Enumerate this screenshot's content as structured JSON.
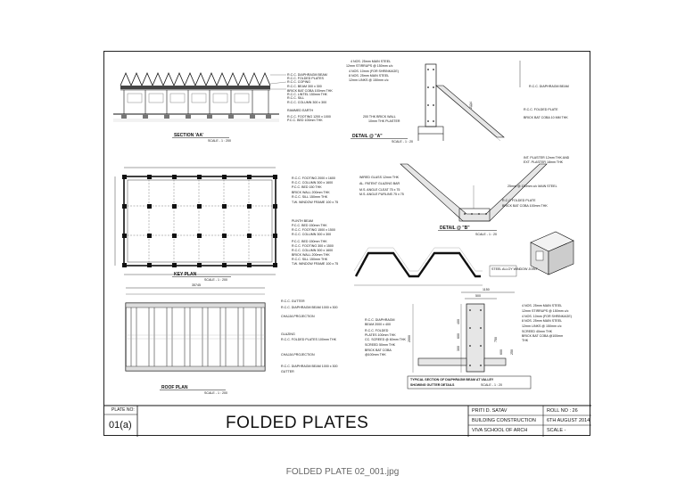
{
  "drawings": {
    "section_aa": {
      "title": "SECTION 'AA'",
      "scale": "SCALE - 1 : 200",
      "labels": [
        "R.C.C. DIAPHRAGM BEAM",
        "R.C.C. FOLDED PLATES",
        "R.C.C. COPING",
        "R.C.C. BEAM 300 x 300",
        "BRICK BAT COBA 100mm THK",
        "R.C.C. LINTEL 150mm THK",
        "R.C.C. SILL",
        "R.C.C. COLUMN 300 x 300",
        "RAMMED EARTH",
        "R.C.C. FOOTING 1200 x 1000",
        "P.C.C. BED 100mm THK"
      ]
    },
    "detail_a": {
      "title": "DETAIL @ \"A\"",
      "scale": "SCALE - 1 : 20",
      "labels_top": [
        "4 NOS. 25mm MAIN STEEL",
        "12mm STIRRUPS @ 150mm c/c",
        "4 NOS. 10mm (FOR SHRINKAGE)",
        "8 NOS. 25mm MAIN STEEL",
        "12mm LINKS @ 150mm c/c"
      ],
      "labels_bottom": [
        "200 THK BRICK WALL",
        "10mm THK PLASTER"
      ],
      "labels_right": [
        "R.C.C. DIAPHRAGM BEAM",
        "R.C.C. FOLDED PLATE",
        "BRICK BAT COBA 10 MM THK"
      ],
      "dim": "2134"
    },
    "key_plan": {
      "title": "KEY PLAN",
      "scale": "SCALE - 1 : 200",
      "labels_top": [
        "R.C.C. FOOTING 2000 x 1600",
        "R.C.C. COLUMN 300 x 1600",
        "P.C.C. BED 150 THK",
        "BRICK WALL 200mm THK",
        "R.C.C. SILL 150mm THK",
        "T.W. WINDOW FRAME 100 x 75"
      ],
      "labels_bottom": [
        "PLINTH BEAM",
        "P.C.C. BED 150mm THK",
        "R.C.C. FOOTING 1500 x 1500",
        "R.C.C. COLUMN 300 x 300",
        "P.C.C. BED 150mm THK",
        "R.C.C. FOOTING 300 x 1500",
        "R.C.C. COLUMN 300 x 1600",
        "BRICK WALL 200mm THK",
        "R.C.C. SILL 150mm THK",
        "T.W. WINDOW FRAME 100 x 75"
      ]
    },
    "detail_b": {
      "title": "DETAIL @ \"B\"",
      "scale": "SCALE - 1 : 20",
      "labels_left": [
        "WIRED GLASS 12mm THK",
        "AL. PATENT GLAZING BAR",
        "M.S. ANGLE CLEAT 75 x 75",
        "M.S. ANGLE PURLINS 75 x 75"
      ],
      "labels_right": [
        "INT. PLASTER 12mm THK AND",
        "EXT. PLASTER 18mm THK",
        "25mm @ 150mm c/c MAIN STEEL",
        "R.C.C FOLDED PLATE",
        "BRICK BAT COBA 100mm THK"
      ]
    },
    "steel_alloy": {
      "label": "STEEL ALLOY WINDOW JOINT"
    },
    "roof_plan": {
      "title": "ROOF PLAN",
      "scale": "SCALE - 1 : 200",
      "dim_total": "35745",
      "labels": [
        "R.C.C. GUTTER",
        "R.C.C. DIAPHRAGM BEAM 1000 x 300",
        "CHAJJA PROJECTION",
        "GLAZING",
        "R.C.C. FOLDED PLATES 100mm THK",
        "CHAJJA PROJECTION",
        "R.C.C. DIAPHRAGM BEAM 1000 x 300",
        "GUTTER"
      ]
    },
    "valley": {
      "title": "TYPICAL SECTION OF DIAPHRAGM BEAM AT VALLEY",
      "subtitle": "SHOWING GUTTER DETAILS",
      "scale": "SCALE - 1 : 20",
      "dim_top": "1150",
      "dim_top2": "500",
      "labels_left": [
        "R.C.C. DIAPHRAGM",
        "BEAM 2000 x 400",
        "R.C.C. FOLDED",
        "PLATES 100mm THK",
        "CC. SCREED @ 60mm THK",
        "SCREED 50mm THK",
        "BRICK BAT COBA",
        "@100mm THK"
      ],
      "labels_right": [
        "4 NOS. 25mm MAIN STEEL",
        "12mm STIRRUPS @ 150mm c/c",
        "4 NOS. 10mm (FOR SHRINKAGE)",
        "8 NOS. 25mm MAIN STEEL",
        "12mm LINKS @ 150mm c/c",
        "SCREED 40mm THK",
        "BRICK BAT COBA @100mm",
        "THK"
      ],
      "dims_v": [
        "2000",
        "400",
        "600",
        "300"
      ],
      "dims_r": [
        "750",
        "600",
        "250"
      ]
    }
  },
  "title_block": {
    "plate_no_label": "PLATE NO:",
    "plate_no": "01(a)",
    "title": "FOLDED PLATES",
    "author": "PRITI D. SATAV",
    "roll_no": "ROLL NO : 26",
    "subject": "BUILDING CONSTRUCTION",
    "date": "6TH AUGUST 2014",
    "school": "VIVA SCHOOL OF ARCH",
    "scale": "SCALE -"
  },
  "caption": "FOLDED PLATE 02_001.jpg"
}
